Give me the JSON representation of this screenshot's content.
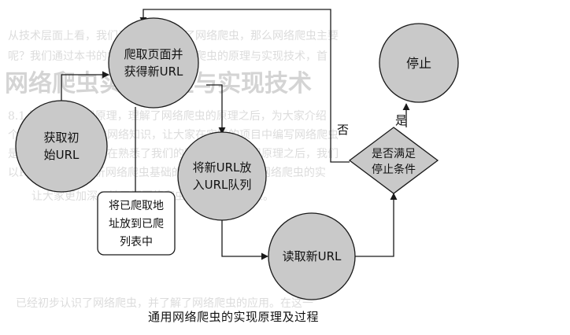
{
  "background_page": {
    "heading": "网络爬虫实现原理与实现技术",
    "lines": [
      "从技术层面上看，我们已经基本认识了网络爬虫，那么网络爬虫主要",
      "呢？我们通过本书的学习，来了解网络爬虫的原理与实现技术，首",
      "8.1 网络爬虫实现原理，理解了网络爬虫的原理之后，为大家介绍",
      "个概念，掌握爬虫的网络知识，让大家在实际的项目中编写网络爬虫",
      "是相对复杂的开发，在熟悉了我们的网络爬虫的实现原理之后，我们",
      "以Python 抓取分析网络爬虫基础的知识，让大家对网络爬虫的实",
      "让大家更加深入地了解网络爬虫技术的世界中来。"
    ],
    "footer_line": "已经初步认识了网络爬虫，并了解了网络爬虫的应用。在这一"
  },
  "nodes": {
    "get_initial": [
      "获取初",
      "始URL"
    ],
    "crawl_page": [
      "爬取页面并",
      "获得新URL"
    ],
    "enqueue": [
      "将新URL放",
      "入URL队列"
    ],
    "read_new": [
      "读取新URL"
    ],
    "stop": [
      "停止"
    ],
    "check_stop": [
      "是否满足",
      "停止条件"
    ],
    "note_visited": [
      "将已爬取地",
      "址放到已爬",
      "列表中"
    ]
  },
  "edge_labels": {
    "yes": "是",
    "no": "否"
  },
  "caption": "通用网络爬虫的实现原理及过程",
  "colors": {
    "node_fill": "#c9c9c9",
    "stroke": "#1a1a1a",
    "bg_text": "#dcdcdc"
  }
}
